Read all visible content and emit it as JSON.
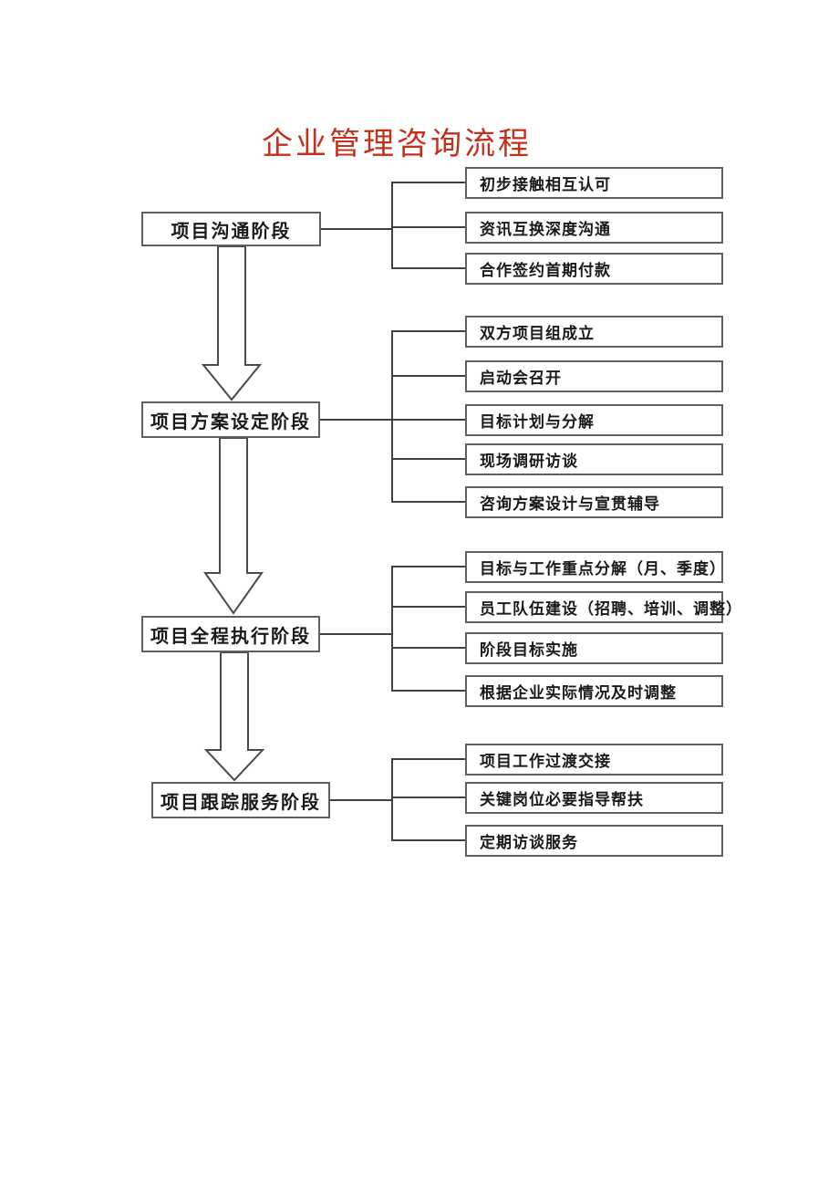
{
  "title": "企业管理咨询流程",
  "colors": {
    "title_red": "#c4301b",
    "box_border": "#5f5f5f",
    "connector_line": "#404040",
    "text": "#1a1a1a",
    "background": "#ffffff"
  },
  "stages": [
    {
      "label": "项目沟通阶段",
      "items": [
        "初步接触相互认可",
        "资讯互换深度沟通",
        "合作签约首期付款"
      ]
    },
    {
      "label": "项目方案设定阶段",
      "items": [
        "双方项目组成立",
        "启动会召开",
        "目标计划与分解",
        "现场调研访谈",
        "咨询方案设计与宣贯辅导"
      ]
    },
    {
      "label": "项目全程执行阶段",
      "items": [
        "目标与工作重点分解（月、季度）",
        "员工队伍建设（招聘、培训、调整）",
        "阶段目标实施",
        "根据企业实际情况及时调整"
      ]
    },
    {
      "label": "项目跟踪服务阶段",
      "items": [
        "项目工作过渡交接",
        "关键岗位必要指导帮扶",
        "定期访谈服务"
      ]
    }
  ]
}
